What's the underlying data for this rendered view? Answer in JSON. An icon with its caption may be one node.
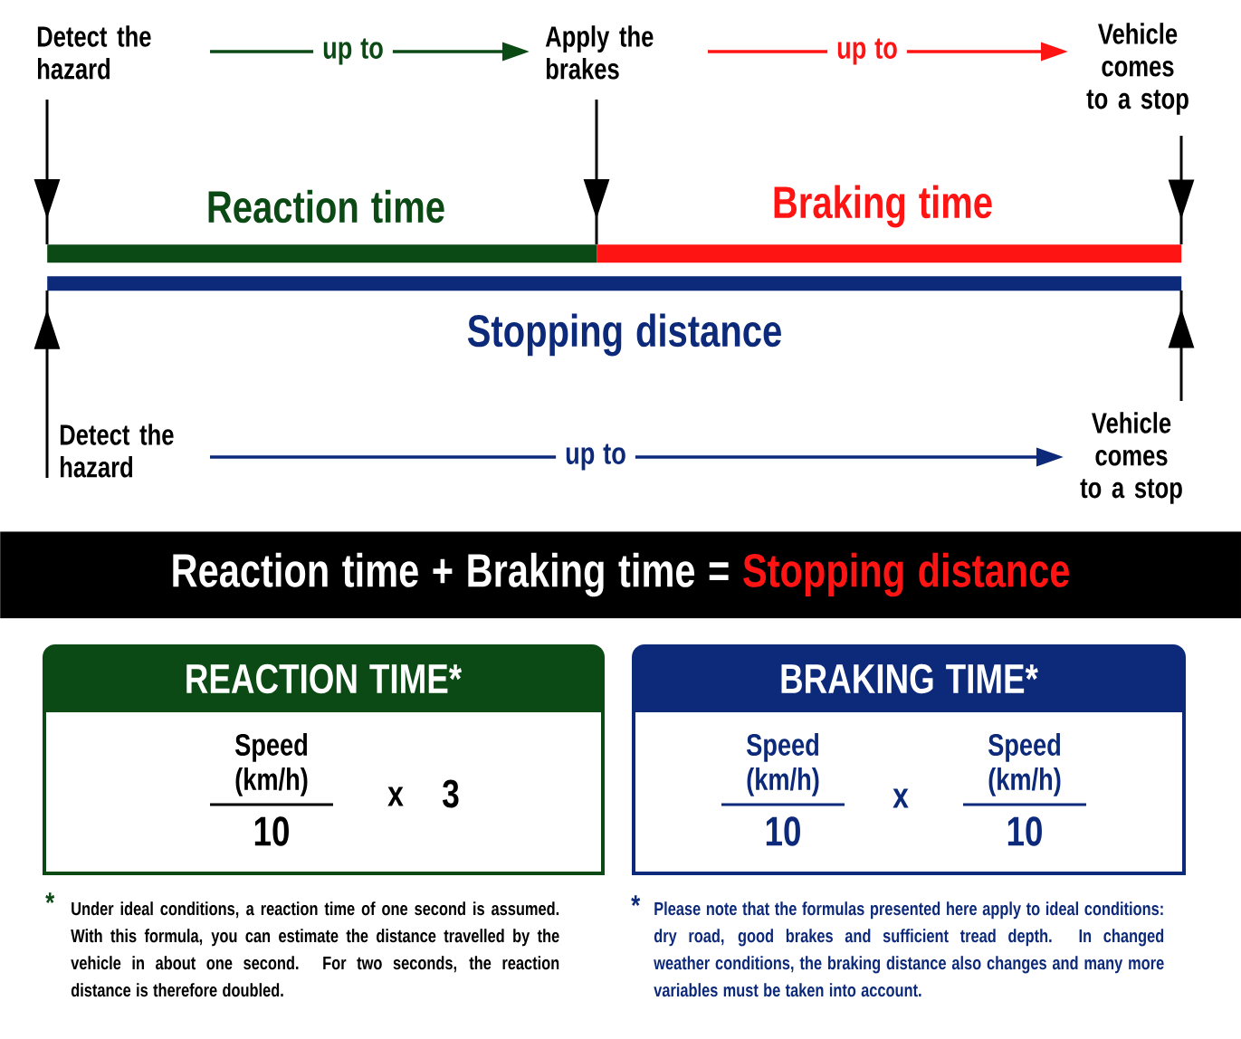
{
  "diagram": {
    "nodes": [
      {
        "text": [
          "Detect the hazard"
        ]
      },
      {
        "text": [
          "Apply the brakes"
        ]
      },
      {
        "text": [
          "Vehicle comes to a stop"
        ]
      },
      {
        "text": [
          "Reaction time"
        ]
      },
      {
        "text": [
          "Braking time"
        ]
      },
      {
        "text": [
          "Stopping distance"
        ]
      },
      {
        "text": [
          "Detect the hazard"
        ]
      },
      {
        "text": [
          "Vehicle comes to a stop"
        ]
      },
      {
        "text": [
          "Reaction time + Braking time =",
          "Stopping distance"
        ]
      },
      {
        "text": [
          "REACTION TIME*",
          "Speed (km/h)",
          "10",
          "x",
          "3"
        ]
      },
      {
        "text": [
          "BRAKING TIME*",
          "Speed (km/h)",
          "10",
          "x",
          "Speed (km/h)",
          "10"
        ]
      }
    ],
    "edges": [
      {
        "from": 0,
        "to": 1,
        "arrow": "to",
        "label": "up to",
        "color": "#0b4a14"
      },
      {
        "from": 1,
        "to": 2,
        "arrow": "to",
        "label": "up to",
        "color": "#ff1414"
      },
      {
        "from": 0,
        "to": 3,
        "arrow": "to"
      },
      {
        "from": 1,
        "to": 3,
        "arrow": "to"
      },
      {
        "from": 2,
        "to": 4,
        "arrow": "to"
      },
      {
        "from": 6,
        "to": 5,
        "arrow": "to"
      },
      {
        "from": 7,
        "to": 5,
        "arrow": "to"
      },
      {
        "from": 6,
        "to": 7,
        "arrow": "to",
        "label": "up to",
        "color": "#0d2a7a"
      }
    ],
    "labels": [
      "*",
      "Under ideal conditions, a reaction time of one second is assumed. With this formula, you can estimate the distance travelled by the vehicle in about one second. For two seconds, the reaction distance is therefore doubled.",
      "*",
      "Please note that the formulas presented here apply to ideal conditions: dry road, good brakes and sufficient tread depth. In changed weather conditions, the braking distance also changes and many more variables must be taken into account."
    ]
  }
}
